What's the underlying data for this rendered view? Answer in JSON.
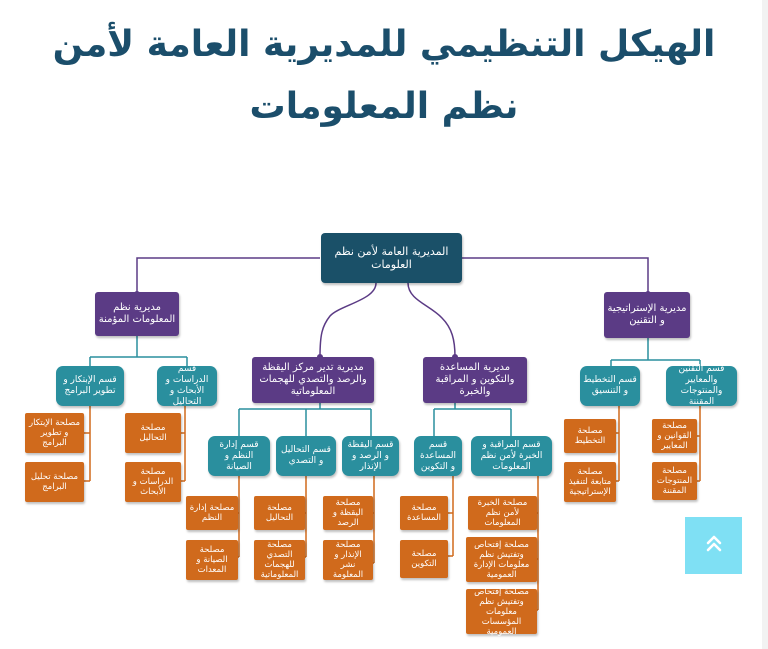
{
  "page": {
    "title": "الهيكل التنظيمي للمديرية العامة لأمن نظم المعلومات"
  },
  "chart": {
    "root": "المديرية العامة لأمن نظم العلومات",
    "directorates": {
      "secure": "مديرية نظم المعلومات المؤمنة",
      "monitoring": "مديرية تدير مركز اليقظة والرصد والتصدي للهجمات المعلوماتية",
      "assistance": "مديرية المساعدة والتكوين و المراقبة والخبرة",
      "strategy": "مديرية الإستراتيجية و التقنين"
    },
    "departments": {
      "innovation": "قسم الإبتكار و تطوير البرامج",
      "studies": "قسم الدراسات و الأبحاث و التحاليل",
      "systems_mgmt": "قسم إدارة النظم و الصيانة",
      "analysis": "قسم التحاليل و التصدي",
      "vigilance": "قسم اليقظة و الرصد و الإنذار",
      "assist_training": "قسم المساعدة و التكوين",
      "control_expertise": "قسم المراقبة و الخبرة لأمن نظم المعلومات",
      "planning": "قسم التخطيط و التنسيق",
      "regulation": "قسم التقنين والمعايير والمنتوجات المقننة"
    },
    "services": {
      "innovation_dev": "مصلحة الإبتكار و تطوير البرامج",
      "software_analysis": "مصلحة تحليل البرامج",
      "analyses": "مصلحة التحاليل",
      "studies_research": "مصلحة الدراسات و الأبحاث",
      "systems_admin": "مصلحة إدارة النظم",
      "maintenance": "مصلحة الصيانة و المعدات",
      "analysis": "مصلحة التحاليل",
      "response": "مصلحة التصدي للهجمات المعلوماتية",
      "vigilance": "مصلحة اليقظة و الرصد",
      "alert": "مصلحة الإنذار و نشر المعلومة",
      "assistance": "مصلحة المساعدة",
      "training": "مصلحة التكوين",
      "expertise": "مصلحة الخبرة لأمن نظم المعلومات",
      "inspect_public_admin": "مصلحة إفتحاص وتفتيش نظم معلومات الإدارة العمومية",
      "inspect_public_inst": "مصلحة إفتحاص وتفتيش نظم معلومات المؤسسات العمومية",
      "planning": "مصلحة التخطيط",
      "strategy_followup": "مصلحة متابعة لتنفيذ الإستراتيجية",
      "laws_standards": "مصلحة القوانين و المعايير",
      "certified_products": "مصلحة المنتوجات المقننة"
    }
  },
  "colors": {
    "root": "#1a5068",
    "directorate": "#5b3b85",
    "department": "#2a8f9e",
    "service": "#d06a1c",
    "title": "#1b4e6b",
    "scroll_button": "#7fe0f4"
  },
  "icons": {
    "scroll_top": "double-chevron-up-icon"
  }
}
